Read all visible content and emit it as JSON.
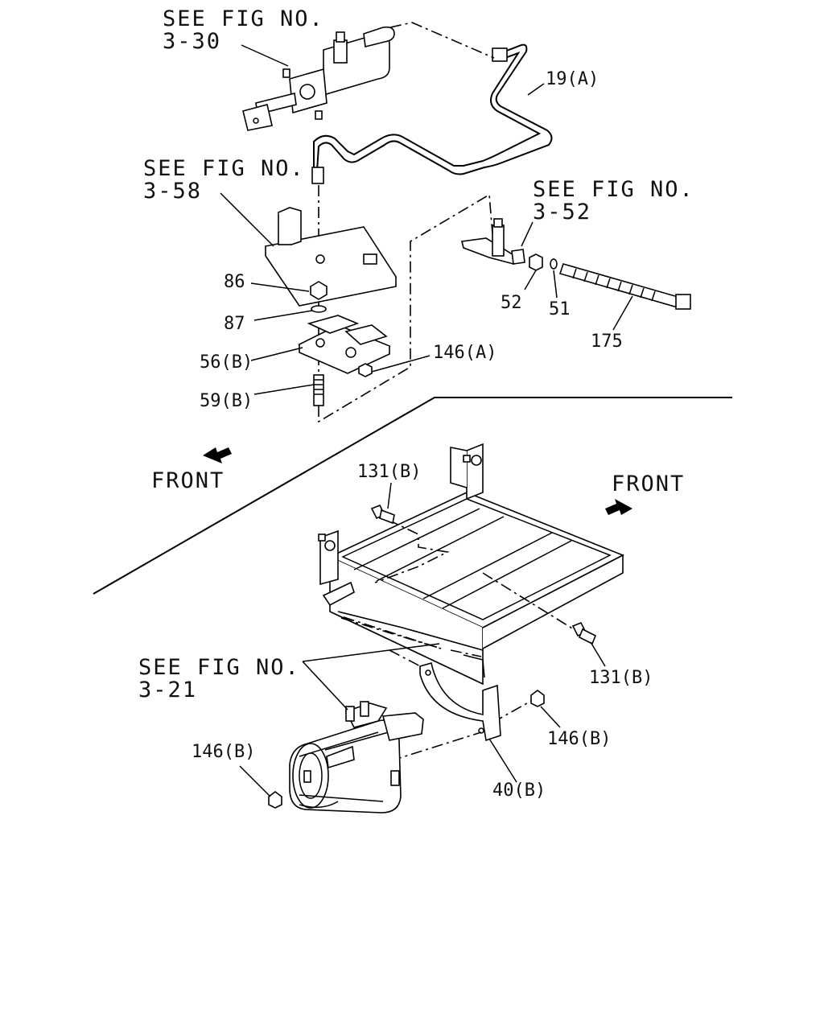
{
  "refs": {
    "fig_3_30": {
      "line1": "SEE FIG NO.",
      "line2": "3-30"
    },
    "fig_3_58": {
      "line1": "SEE FIG NO.",
      "line2": "3-58"
    },
    "fig_3_52": {
      "line1": "SEE FIG NO.",
      "line2": "3-52"
    },
    "fig_3_21": {
      "line1": "SEE FIG NO.",
      "line2": "3-21"
    }
  },
  "parts": {
    "p19a": "19(A)",
    "p86": "86",
    "p87": "87",
    "p56b": "56(B)",
    "p146a": "146(A)",
    "p59b": "59(B)",
    "p52": "52",
    "p51": "51",
    "p175": "175",
    "p131b_top": "131(B)",
    "p131b_bottom": "131(B)",
    "p146b_left": "146(B)",
    "p146b_right": "146(B)",
    "p40b": "40(B)"
  },
  "front": {
    "left": "FRONT",
    "right": "FRONT"
  }
}
